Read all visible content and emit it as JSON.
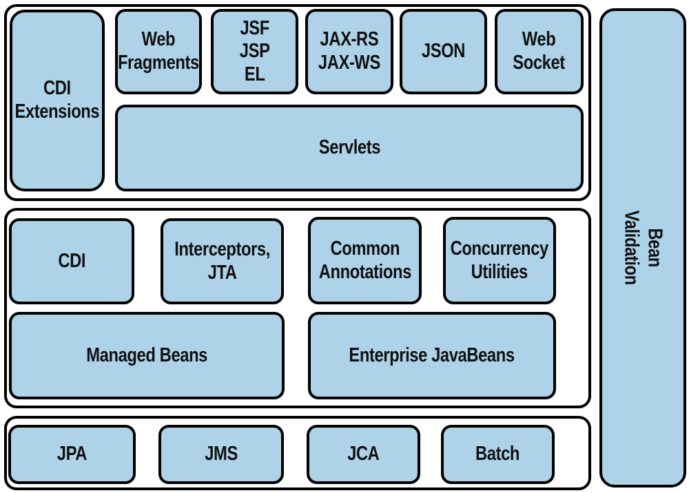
{
  "diagram": {
    "colors": {
      "box_fill": "#aed3e9",
      "border": "#000000",
      "background": "#ffffff"
    },
    "web_tier": {
      "cdi_extensions": "CDI\nExtensions",
      "web_fragments": "Web\nFragments",
      "jsf_jsp_el": "JSF\nJSP\nEL",
      "jax_rs_jax_ws": "JAX-RS\nJAX-WS",
      "json": "JSON",
      "web_socket": "Web\nSocket",
      "servlets": "Servlets"
    },
    "business_tier": {
      "cdi": "CDI",
      "interceptors_jta": "Interceptors,\nJTA",
      "common_annotations": "Common\nAnnotations",
      "concurrency_utilities": "Concurrency\nUtilities",
      "managed_beans": "Managed Beans",
      "enterprise_javabeans": "Enterprise JavaBeans"
    },
    "resource_tier": {
      "jpa": "JPA",
      "jms": "JMS",
      "jca": "JCA",
      "batch": "Batch"
    },
    "bean_validation": "Bean\nValidation"
  }
}
